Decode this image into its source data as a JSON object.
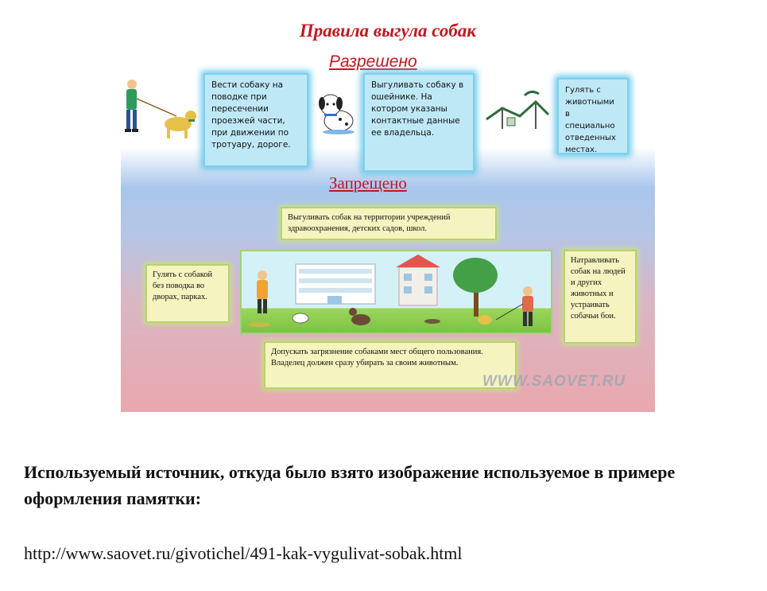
{
  "poster": {
    "title": "Правила выгула собак",
    "allowed_heading": "Разрешено",
    "forbidden_heading": "Запрещено",
    "allowed": [
      "Вести собаку на поводке при пересечении проезжей части, при движении по тротуару, дороге.",
      "Выгуливать собаку в ошейнике. На котором указаны контактные данные ее владельца.",
      "Гулять с животными в специально отведенных местах."
    ],
    "forbidden": {
      "top": "Выгуливать собак на территории учреждений здравоохранения, детских садов, школ.",
      "left": "Гулять с собакой без поводка во дворах, парках.",
      "right": "Натравливать собак на людей и других животных и устраивать собачьи бои.",
      "bottom": "Допускать загрязнение собаками мест общего пользования. Владелец должен сразу убирать за своим животным."
    },
    "watermark": "WWW.SAOVET.RU"
  },
  "caption": "Используемый источник, откуда было взято изображение используемое в примере оформления памятки:",
  "source_url": "http://www.saovet.ru/givotichel/491-kak-vygulivat-sobak.html"
}
